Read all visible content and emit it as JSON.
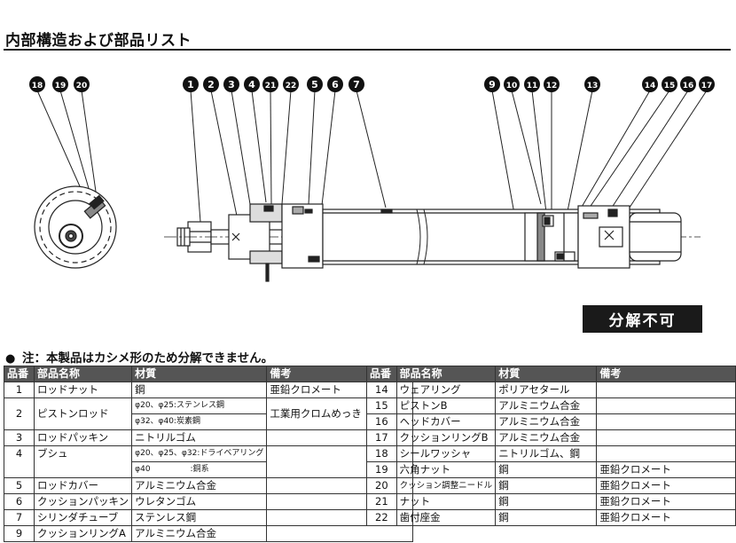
{
  "title": "内部構造および部品リスト",
  "badge": "分解不可",
  "note": "注：本製品はカシメ形のため分解できません。",
  "headers": {
    "num": "品番",
    "name": "部品名称",
    "material": "材質",
    "remarks": "備考"
  },
  "callouts": [
    "18",
    "19",
    "20",
    "1",
    "2",
    "3",
    "4",
    "21",
    "22",
    "5",
    "6",
    "7",
    "9",
    "10",
    "11",
    "12",
    "13",
    "14",
    "15",
    "16",
    "17"
  ],
  "left_parts": [
    {
      "num": "1",
      "name": "ロッドナット",
      "material": "鋼",
      "remarks": "亜鉛クロメート"
    },
    {
      "num": "2",
      "name": "ピストンロッド",
      "material": "φ20、φ25:ステンレス鋼",
      "material2": "φ32、φ40:炭素鋼",
      "remarks": "工業用クロムめっき"
    },
    {
      "num": "3",
      "name": "ロッドパッキン",
      "material": "ニトリルゴム",
      "remarks": ""
    },
    {
      "num": "4",
      "name": "ブシュ",
      "material": "φ20、φ25、φ32:ドライベアリング",
      "material2": "φ40　　　　　:銅系",
      "remarks": ""
    },
    {
      "num": "5",
      "name": "ロッドカバー",
      "material": "アルミニウム合金",
      "remarks": ""
    },
    {
      "num": "6",
      "name": "クッションパッキン",
      "material": "ウレタンゴム",
      "remarks": ""
    },
    {
      "num": "7",
      "name": "シリンダチューブ",
      "material": "ステンレス鋼",
      "remarks": ""
    },
    {
      "num": "9",
      "name": "クッションリングA",
      "material": "アルミニウム合金",
      "remarks": ""
    }
  ],
  "right_parts": [
    {
      "num": "14",
      "name": "ウェアリング",
      "material": "ポリアセタール",
      "remarks": ""
    },
    {
      "num": "15",
      "name": "ピストンB",
      "material": "アルミニウム合金",
      "remarks": ""
    },
    {
      "num": "16",
      "name": "ヘッドカバー",
      "material": "アルミニウム合金",
      "remarks": ""
    },
    {
      "num": "17",
      "name": "クッションリングB",
      "material": "アルミニウム合金",
      "remarks": ""
    },
    {
      "num": "18",
      "name": "シールワッシャ",
      "material": "ニトリルゴム、鋼",
      "remarks": ""
    },
    {
      "num": "19",
      "name": "六角ナット",
      "material": "鋼",
      "remarks": "亜鉛クロメート"
    },
    {
      "num": "20",
      "name": "クッション調整ニードル",
      "material": "鋼",
      "remarks": "亜鉛クロメート"
    },
    {
      "num": "21",
      "name": "ナット",
      "material": "鋼",
      "remarks": "亜鉛クロメート"
    },
    {
      "num": "22",
      "name": "歯付座金",
      "material": "鋼",
      "remarks": "亜鉛クロメート"
    }
  ]
}
